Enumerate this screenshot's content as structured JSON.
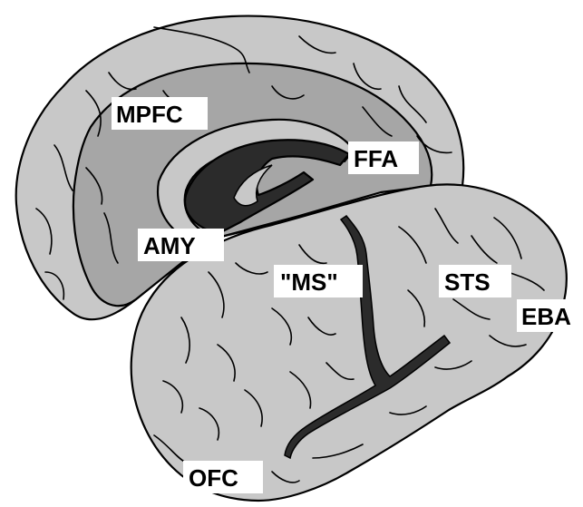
{
  "colors": {
    "background": "#ffffff",
    "cortex_light": "#c8c8c8",
    "cortex_medial": "#a6a6a6",
    "ventricle": "#2b2b2b",
    "outline": "#000000",
    "label_box": "#ffffff"
  },
  "labels": {
    "mpfc": "MPFC",
    "ffa": "FFA",
    "amy": "AMY",
    "ms": "\"MS\"",
    "sts": "STS",
    "eba": "EBA",
    "ofc": "OFC"
  }
}
